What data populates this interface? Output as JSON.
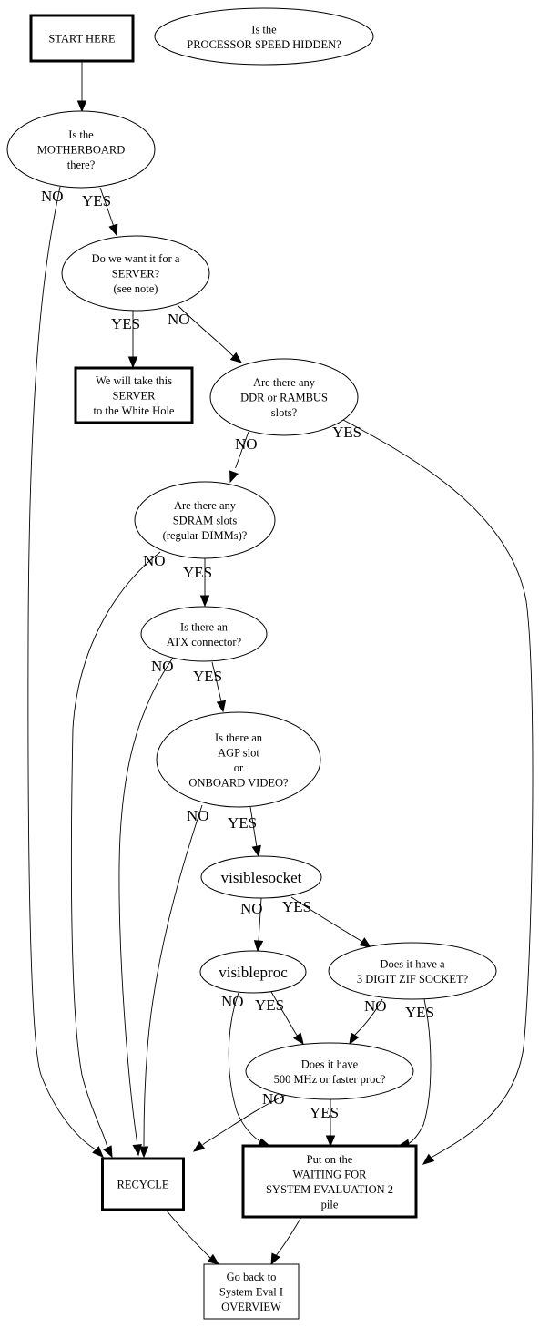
{
  "diagram": {
    "type": "flowchart",
    "nodes": {
      "start": {
        "shape": "box-bold",
        "lines": [
          "START HERE"
        ]
      },
      "procHidden": {
        "shape": "ellipse",
        "lines": [
          "Is the",
          "PROCESSOR SPEED HIDDEN?"
        ]
      },
      "motherboard": {
        "shape": "ellipse",
        "lines": [
          "Is the",
          "MOTHERBOARD",
          "there?"
        ]
      },
      "server": {
        "shape": "ellipse",
        "lines": [
          "Do we want it for a",
          "SERVER?",
          "(see note)"
        ]
      },
      "whiteHole": {
        "shape": "box-bold",
        "lines": [
          "We will take this",
          "SERVER",
          "to the White Hole"
        ]
      },
      "ddr": {
        "shape": "ellipse",
        "lines": [
          "Are there any",
          "DDR or RAMBUS",
          "slots?"
        ]
      },
      "sdram": {
        "shape": "ellipse",
        "lines": [
          "Are there any",
          "SDRAM slots",
          "(regular DIMMs)?"
        ]
      },
      "atx": {
        "shape": "ellipse",
        "lines": [
          "Is there an",
          "ATX connector?"
        ]
      },
      "agp": {
        "shape": "ellipse",
        "lines": [
          "Is there an",
          "AGP slot",
          "or",
          "ONBOARD VIDEO?"
        ]
      },
      "visiblesocket": {
        "shape": "ellipse",
        "lines": [
          "visiblesocket"
        ]
      },
      "visibleproc": {
        "shape": "ellipse",
        "lines": [
          "visibleproc"
        ]
      },
      "zif": {
        "shape": "ellipse",
        "lines": [
          "Does it have a",
          "3 DIGIT ZIF SOCKET?"
        ]
      },
      "mhz": {
        "shape": "ellipse",
        "lines": [
          "Does it have",
          "500 MHz or faster proc?"
        ]
      },
      "recycle": {
        "shape": "box-bold",
        "lines": [
          "RECYCLE"
        ]
      },
      "waiting": {
        "shape": "box-bold",
        "lines": [
          "Put on the",
          "WAITING FOR",
          "SYSTEM EVALUATION 2",
          "pile"
        ]
      },
      "goBack": {
        "shape": "box",
        "lines": [
          "Go back to",
          "System Eval I",
          "OVERVIEW"
        ]
      }
    },
    "edges": [
      {
        "from": "start",
        "to": "motherboard",
        "label": ""
      },
      {
        "from": "motherboard",
        "to": "recycle",
        "label": "NO"
      },
      {
        "from": "motherboard",
        "to": "server",
        "label": "YES"
      },
      {
        "from": "server",
        "to": "whiteHole",
        "label": "YES"
      },
      {
        "from": "server",
        "to": "ddr",
        "label": "NO"
      },
      {
        "from": "ddr",
        "to": "sdram",
        "label": "NO"
      },
      {
        "from": "ddr",
        "to": "waiting",
        "label": "YES"
      },
      {
        "from": "sdram",
        "to": "recycle",
        "label": "NO"
      },
      {
        "from": "sdram",
        "to": "atx",
        "label": "YES"
      },
      {
        "from": "atx",
        "to": "recycle",
        "label": "NO"
      },
      {
        "from": "atx",
        "to": "agp",
        "label": "YES"
      },
      {
        "from": "agp",
        "to": "recycle",
        "label": "NO"
      },
      {
        "from": "agp",
        "to": "visiblesocket",
        "label": "YES"
      },
      {
        "from": "visiblesocket",
        "to": "visibleproc",
        "label": "NO"
      },
      {
        "from": "visiblesocket",
        "to": "zif",
        "label": "YES"
      },
      {
        "from": "visibleproc",
        "to": "waiting",
        "label": "NO"
      },
      {
        "from": "visibleproc",
        "to": "mhz",
        "label": "YES"
      },
      {
        "from": "zif",
        "to": "mhz",
        "label": "NO"
      },
      {
        "from": "zif",
        "to": "waiting",
        "label": "YES"
      },
      {
        "from": "mhz",
        "to": "recycle",
        "label": "NO"
      },
      {
        "from": "mhz",
        "to": "waiting",
        "label": "YES"
      },
      {
        "from": "recycle",
        "to": "goBack",
        "label": ""
      },
      {
        "from": "waiting",
        "to": "goBack",
        "label": ""
      }
    ]
  }
}
